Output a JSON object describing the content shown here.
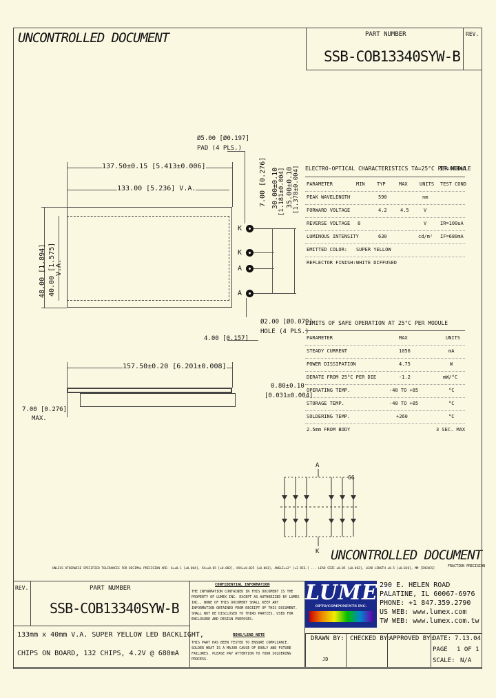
{
  "header": {
    "uncontrolled": "UNCONTROLLED DOCUMENT",
    "part_number_label": "PART NUMBER",
    "part_number": "SSB-COB13340SYW-B",
    "rev_label": "REV."
  },
  "dims": {
    "pad": "Ø5.00 [Ø0.197]",
    "pad2": "PAD (4 PLS.)",
    "len_overall": "137.50±0.15 [5.413±0.006]",
    "len_va": "133.00 [5.236] V.A.",
    "height_overall": "48.00 [1.894]",
    "height_va": "40.00 [1.575]",
    "height_va2": "V.A.",
    "d7": "7.00 [0.276]",
    "d30": "30.00±0.10",
    "d30in": "[1.181±0.004]",
    "d35": "35.00±0.10",
    "d35in": "[1.378±0.004]",
    "hole": "Ø2.00 [Ø0.079]",
    "hole2": "HOLE (4 PLS.)",
    "d4": "4.00 [0.157]",
    "side_len": "157.50±0.20 [6.201±0.008]",
    "thick": "0.80±0.10",
    "thick_in": "[0.031±0.004]",
    "max_h": "7.00 [0.276]",
    "max": "MAX.",
    "pins": [
      "K",
      "K",
      "A",
      "A"
    ]
  },
  "eo_table": {
    "title": "ELECTRO-OPTICAL CHARACTERISTICS  TA=25°C PER MODULE",
    "cond": "IF=680mA",
    "headers": [
      "PARAMETER",
      "MIN",
      "TYP",
      "MAX",
      "UNITS",
      "TEST COND"
    ],
    "rows": [
      [
        "PEAK WAVELENGTH",
        "",
        "590",
        "",
        "nm",
        ""
      ],
      [
        "FORWARD VOLTAGE",
        "",
        "4.2",
        "4.5",
        "V",
        ""
      ],
      [
        "REVERSE VOLTAGE",
        "8",
        "",
        "",
        "V",
        "IR=100uA"
      ],
      [
        "LUMINOUS INTENSITY",
        "",
        "630",
        "",
        "cd/m²",
        "IF=680mA"
      ],
      [
        "EMITTED COLOR:",
        "SUPER YELLOW",
        "",
        "",
        "",
        ""
      ],
      [
        "REFLECTOR FINISH:",
        "WHITE DIFFUSED",
        "",
        "",
        "",
        ""
      ]
    ]
  },
  "lim_table": {
    "title": "LIMITS OF SAFE OPERATION AT 25°C PER MODULE",
    "headers": [
      "PARAMETER",
      "MAX",
      "UNITS"
    ],
    "rows": [
      [
        "STEADY CURRENT",
        "1056",
        "mA"
      ],
      [
        "POWER DISSIPATION",
        "4.75",
        "W"
      ],
      [
        "DERATE FROM 25°C PER DIE",
        "-1.2",
        "mW/°C"
      ],
      [
        "OPERATING TEMP.",
        "-40 TO +85",
        "°C"
      ],
      [
        "STORAGE TEMP.",
        "-40 TO +85",
        "°C"
      ],
      [
        "SOLDERING TEMP.",
        "+260",
        "°C"
      ],
      [
        "2.5mm FROM BODY",
        "",
        "3 SEC. MAX"
      ]
    ]
  },
  "circuit": {
    "a": "A",
    "k": "K",
    "more": "66"
  },
  "footer": {
    "uncontrolled": "UNCONTROLLED DOCUMENT",
    "tolerance": "UNLESS OTHERWISE SPECIFIED TOLERANCES FOR DECIMAL PRECISION ARE: X=±0.1 [±0.004], XX=±0.05 [±0.002], XXX=±0.025 [±0.001], ANGLE=±2° [±2 DEG.] ... LEAD SIZE ±0.05 [±0.002], LEAD LENGTH ±0.5 [±0.020], MM [INCHES]",
    "frac": "FRACTION PRECISION",
    "rev_label": "REV.",
    "part_number_label": "PART NUMBER",
    "part_number": "SSB-COB13340SYW-B",
    "conf_title": "CONFIDENTIAL INFORMATION",
    "conf_text": "THE INFORMATION CONTAINED IN THIS DOCUMENT IS THE PROPERTY OF LUMEX INC. EXCEPT AS AUTHORIZED BY LUMEX INC., NONE OF THIS DOCUMENT SHALL KEEP ANY INFORMATION OBTAINED FROM RECEIPT OF THIS DOCUMENT. SHALL NOT BE DISCLOSED TO THIRD PARTIES, USED FOR ENCLOSURE AND DESIGN PURPOSES.",
    "rohs_title": "ROHS/LEAD NOTE",
    "rohs_text": "THIS PART HAS BEEN TESTED TO ENSURE COMPLIANCE. SOLDER HEAT IS A MAJOR CAUSE OF EARLY AND FUTURE FAILURES. PLEASE PAY ATTENTION TO YOUR SOLDERING PROCESS.",
    "logo": "LUMEX",
    "logo_sub": "OPTO/COMPONENTS INC.",
    "addr1": "290 E. HELEN ROAD",
    "addr2": "PALATINE, IL 60067-6976",
    "addr3": "PHONE: +1 847.359.2790",
    "addr4": "US WEB: www.lumex.com",
    "addr5": "TW WEB: www.lumex.com.tw",
    "desc1": "133mm x 40mm V.A. SUPER YELLOW LED BACKLIGHT,",
    "desc2": "CHIPS ON BOARD, 132 CHIPS, 4.2V @ 680mA",
    "drawn": "DRAWN BY:",
    "drawn_val": "JD",
    "checked": "CHECKED BY:",
    "approved": "APPROVED BY:",
    "date_label": "DATE:",
    "date_val": "7.13.04",
    "page_label": "PAGE",
    "page_val": "1 OF 1",
    "scale_label": "SCALE:",
    "scale_val": "N/A"
  }
}
